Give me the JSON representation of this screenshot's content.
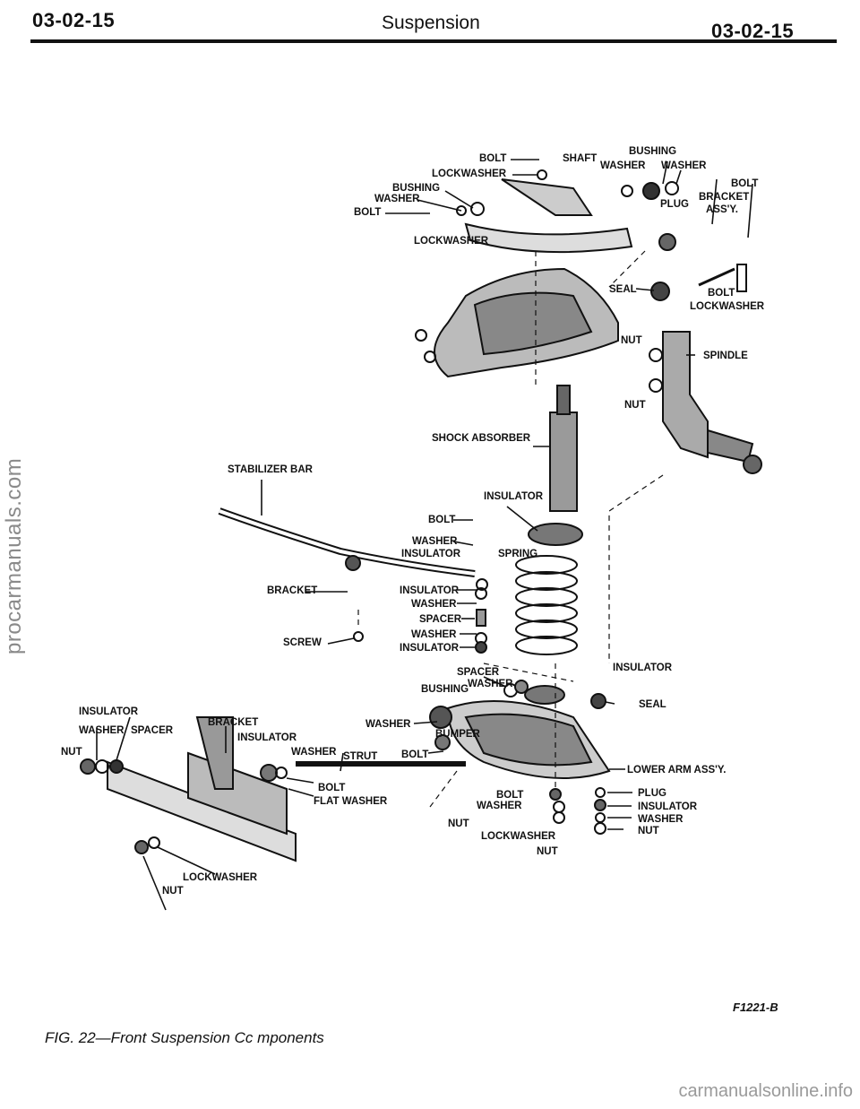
{
  "header": {
    "page_left": "03-02-15",
    "title": "Suspension",
    "page_right": "03-02-15"
  },
  "watermark_side": "procarmanuals.com",
  "watermark_footer": "carmanualsonline.info",
  "figure": {
    "labels": {
      "bolt_top": "BOLT",
      "shaft": "SHAFT",
      "bushing_top": "BUSHING",
      "washer_top1": "WASHER",
      "washer_top2": "WASHER",
      "lockwasher_top": "LOCKWASHER",
      "bushing_left": "BUSHING",
      "washer_left": "WASHER",
      "bolt_left": "BOLT",
      "bolt_right": "BOLT",
      "bracket_assy_1": "BRACKET",
      "bracket_assy_2": "ASS'Y.",
      "plug_top": "PLUG",
      "lockwasher_upper": "LOCKWASHER",
      "seal_upper": "SEAL",
      "bolt_upper_right": "BOLT",
      "lockwasher_right": "LOCKWASHER",
      "nut_spindle_1": "NUT",
      "spindle": "SPINDLE",
      "nut_spindle_2": "NUT",
      "shock_absorber": "SHOCK ABSORBER",
      "stabilizer_bar": "STABILIZER BAR",
      "insulator_shock": "INSULATOR",
      "bolt_mid": "BOLT",
      "washer_mid": "WASHER",
      "insulator_mid1": "INSULATOR",
      "spring": "SPRING",
      "bracket_mid": "BRACKET",
      "insulator_mid2": "INSULATOR",
      "washer_mid2": "WASHER",
      "spacer_mid": "SPACER",
      "washer_mid3": "WASHER",
      "insulator_mid3": "INSULATOR",
      "screw": "SCREW",
      "spacer_low": "SPACER",
      "bushing_low": "BUSHING",
      "washer_low": "WASHER",
      "insulator_spring": "INSULATOR",
      "seal_low": "SEAL",
      "insulator_left": "INSULATOR",
      "washer_left_low": "WASHER",
      "spacer_left": "SPACER",
      "nut_left": "NUT",
      "bracket_left": "BRACKET",
      "insulator_strut": "INSULATOR",
      "washer_strut": "WASHER",
      "strut": "STRUT",
      "washer_bumper": "WASHER",
      "bumper": "BUMPER",
      "bolt_bumper": "BOLT",
      "bolt_strut": "BOLT",
      "flat_washer": "FLAT WASHER",
      "lower_arm": "LOWER ARM ASS'Y.",
      "bolt_lower": "BOLT",
      "washer_lower": "WASHER",
      "plug_lower": "PLUG",
      "insulator_lower": "INSULATOR",
      "washer_lower2": "WASHER",
      "nut_lower": "NUT",
      "nut_lower_left": "NUT",
      "lockwasher_lower": "LOCKWASHER",
      "nut_lower_mid": "NUT",
      "lockwasher_bottom": "LOCKWASHER",
      "nut_bottom": "NUT"
    },
    "fig_id": "F1221-B",
    "caption": "FIG. 22—Front Suspension Cc mponents"
  }
}
